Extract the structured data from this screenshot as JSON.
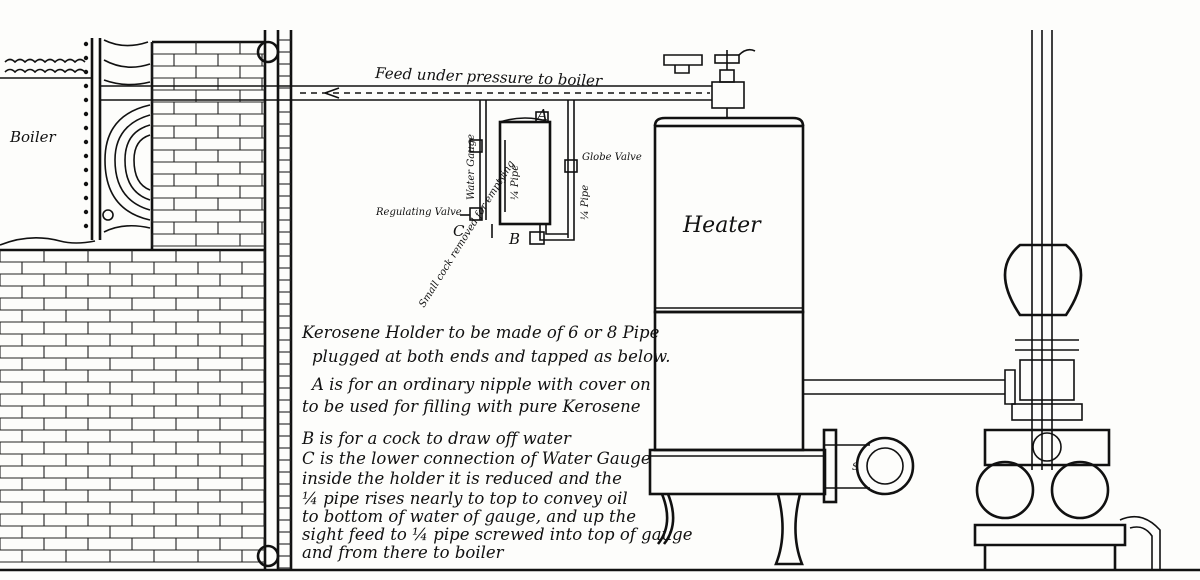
{
  "labels": {
    "boiler": "Boiler",
    "feed": "Feed under pressure to boiler",
    "heater": "Heater",
    "globe_valve": "Globe Valve",
    "regulating_valve": "Regulating Valve",
    "small_cock": "Small cock removed for emptying",
    "pipe_quarter": "¼ Pipe",
    "pipe_quarter_inner": "¼ Pipe",
    "water_gauge": "Water Gauge",
    "letter_a": "A",
    "letter_b": "B",
    "letter_c": "C",
    "pump_tag": "S"
  },
  "notes": [
    "Kerosene Holder to be made of 6 or 8 Pipe",
    "plugged at both ends and tapped as below.",
    "A is for an ordinary nipple with cover on",
    "to be used for filling with pure Kerosene",
    "",
    "B is for a cock to draw off water",
    "C is the lower connection of Water Gauge",
    "inside the holder it is reduced and the",
    "¼ pipe rises nearly to top to convey oil",
    "to bottom of water of gauge, and up the",
    "sight feed to ¼ pipe screwed into top of gauge",
    "and from there to boiler"
  ]
}
